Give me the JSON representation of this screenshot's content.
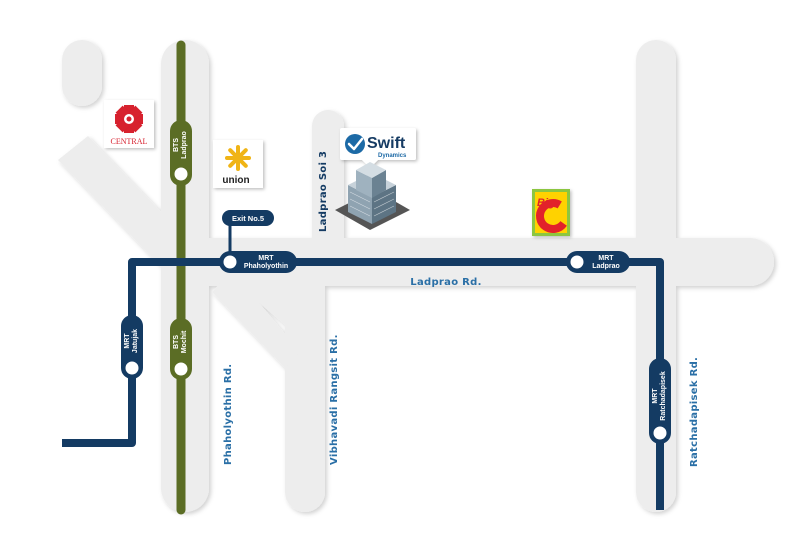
{
  "roads": {
    "ladprao": "Ladprao Rd.",
    "phaholyothin": "Phaholyothin Rd.",
    "vibhavadi": "Vibhavadi Rangsit Rd.",
    "ratchadapisek": "Ratchadapisek Rd.",
    "ladprao_soi3": "Ladprao Soi 3"
  },
  "stations": {
    "bts_ladprao": {
      "line1": "BTS",
      "line2": "Ladprao"
    },
    "bts_mochit": {
      "line1": "BTS",
      "line2": "Mochit"
    },
    "mrt_jatujak": {
      "line1": "MRT",
      "line2": "Jatujak"
    },
    "mrt_phaholyothin": {
      "line1": "MRT",
      "line2": "Phaholyothin"
    },
    "mrt_ladprao": {
      "line1": "MRT",
      "line2": "Ladprao"
    },
    "mrt_ratchadapisek": {
      "line1": "MRT",
      "line2": "Ratchadapisek"
    }
  },
  "exit": "Exit No.5",
  "landmarks": {
    "central": "CENTRAL",
    "union": "union",
    "swift": {
      "name": "Swift",
      "sub": "Dynamics"
    },
    "bigc": {
      "big": "Big",
      "c": "C"
    }
  },
  "colors": {
    "road": "#ededed",
    "bts_line": "#5b6d25",
    "mrt_line": "#143b63",
    "central_red": "#d7202e",
    "union_yellow": "#f0b414",
    "swift_blue": "#1f6aa6",
    "bigc_green": "#8cc63f",
    "bigc_red": "#e2232a",
    "bigc_yellow": "#ffd200"
  }
}
